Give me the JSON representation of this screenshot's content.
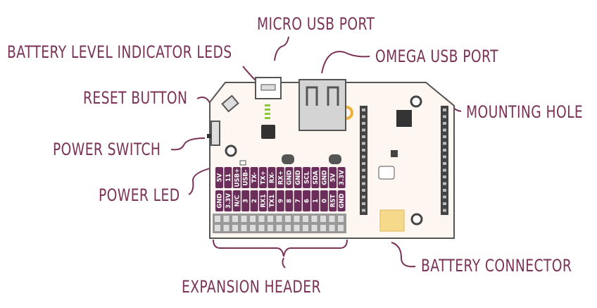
{
  "labels": {
    "micro_usb": "MICRO USB PORT",
    "battery_leds": "BATTERY LEVEL INDICATOR LEDS",
    "omega_usb": "OMEGA USB PORT",
    "reset": "RESET BUTTON",
    "mounting_hole": "MOUNTING HOLE",
    "power_switch": "POWER SWITCH",
    "power_led": "POWER LED",
    "battery_connector": "BATTERY CONNECTOR",
    "expansion_header": "EXPANSION HEADER"
  },
  "pins_top": [
    "5V",
    "11",
    "USB+",
    "USB-",
    "TX-",
    "TX+",
    "RX-",
    "RX+",
    "GND",
    "GND",
    "SCL",
    "SDA",
    "GND",
    "5V",
    "3.3V"
  ],
  "pins_bottom": [
    "GND",
    "3.3V",
    "N/C",
    "3",
    "2",
    "RX1",
    "TX1",
    "9",
    "8",
    "7",
    "6",
    "1",
    "0",
    "RST",
    "GND"
  ],
  "colors": {
    "label": "#7b3257",
    "pin_box": "#6b2d5a",
    "board": "#fdf6f1",
    "led": "#8cc63f",
    "battery": "#f7d98b"
  }
}
